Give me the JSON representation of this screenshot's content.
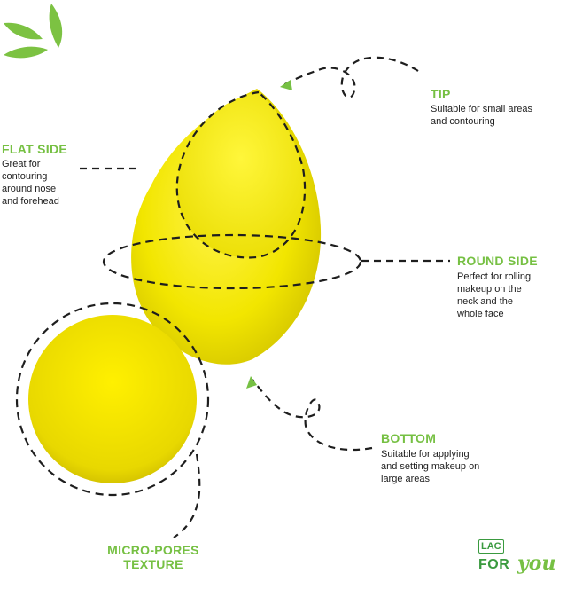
{
  "colors": {
    "accent": "#76c043",
    "brand_green": "#3a9a3f",
    "sponge_yellow": "#f2e600",
    "text": "#1e1e1e"
  },
  "icons": [
    "leaf-decoration-icon",
    "arrow-icon"
  ],
  "labels": {
    "tip": {
      "title": "TIP",
      "desc": "Suitable for small areas\nand contouring"
    },
    "flat_side": {
      "title": "FLAT SIDE",
      "desc": "Great for\ncontouring\naround nose\nand forehead"
    },
    "round_side": {
      "title": "ROUND SIDE",
      "desc": "Perfect for rolling\nmakeup on the\nneck and the\nwhole face"
    },
    "bottom": {
      "title": "BOTTOM",
      "desc": "Suitable for applying\nand setting makeup on\nlarge areas"
    },
    "micro_pores": {
      "title": "MICRO-PORES\nTEXTURE"
    }
  },
  "brand": {
    "top": "LAC",
    "for": "FOR",
    "you": "you"
  }
}
